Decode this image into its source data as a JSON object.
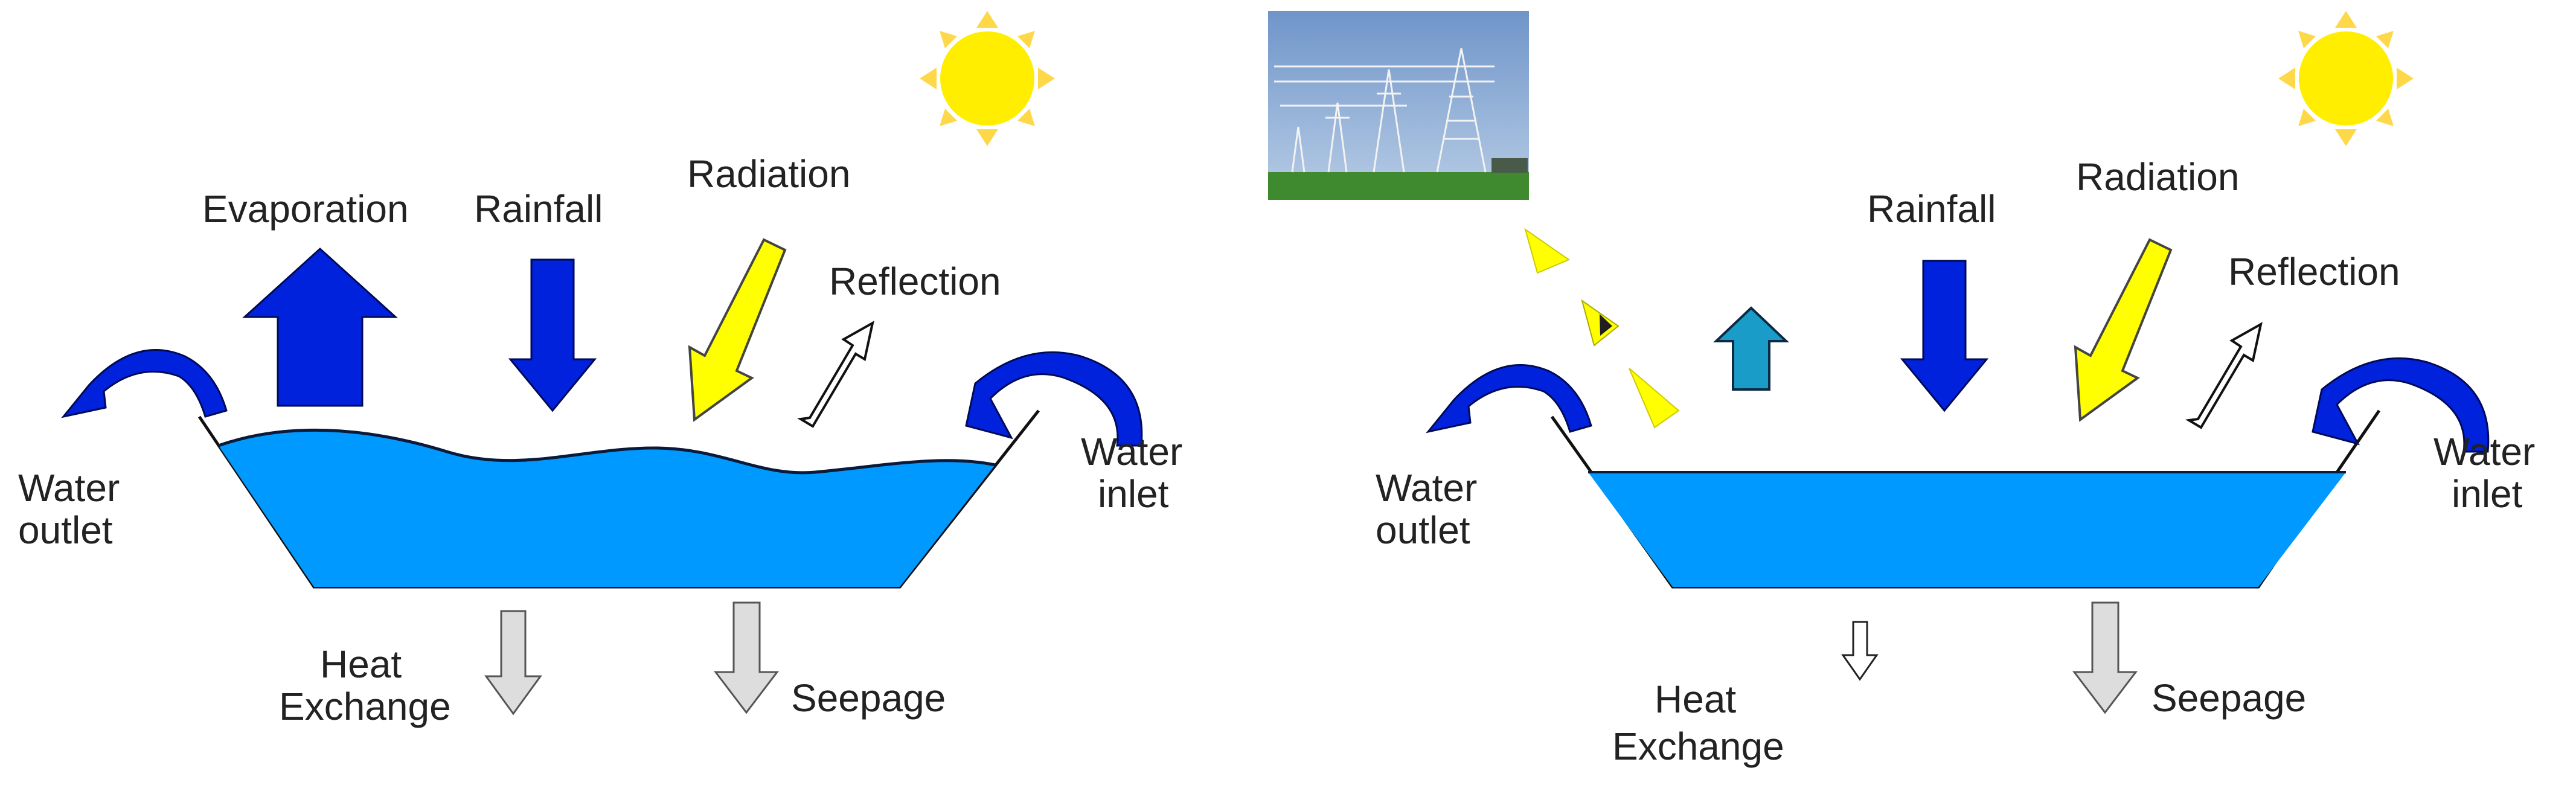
{
  "left_panel": {
    "labels": {
      "evaporation": "Evaporation",
      "rainfall": "Rainfall",
      "radiation": "Radiation",
      "reflection": "Reflection",
      "water_outlet_1": "Water",
      "water_outlet_2": "outlet",
      "water_inlet_1": "Water",
      "water_inlet_2": "inlet",
      "heat_exchange_1": "Heat",
      "heat_exchange_2": "Exchange",
      "seepage": "Seepage"
    }
  },
  "right_panel": {
    "labels": {
      "rainfall": "Rainfall",
      "radiation": "Radiation",
      "reflection": "Reflection",
      "water_outlet_1": "Water",
      "water_outlet_2": "outlet",
      "water_inlet_1": "Water",
      "water_inlet_2": "inlet",
      "heat_exchange_1": "Heat",
      "heat_exchange_2": "Exchange",
      "seepage": "Seepage"
    }
  },
  "colors": {
    "water": "#0099ff",
    "flow_arrow": "#0022dd",
    "radiation_arrow": "#ffff00",
    "sun": "#ffee00",
    "seepage_arrow": "#dddddd",
    "small_evaporation_arrow": "#1a9cc8"
  }
}
